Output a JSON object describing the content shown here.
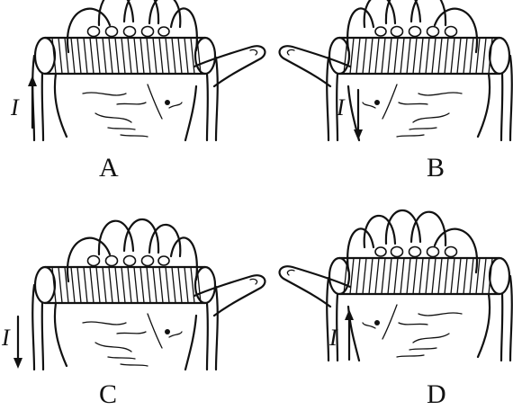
{
  "panels": [
    {
      "letter": "A",
      "current_symbol": "I",
      "current_direction": "up",
      "thumb_side": "right"
    },
    {
      "letter": "B",
      "current_symbol": "I",
      "current_direction": "down",
      "thumb_side": "left"
    },
    {
      "letter": "C",
      "current_symbol": "I",
      "current_direction": "down",
      "thumb_side": "right"
    },
    {
      "letter": "D",
      "current_symbol": "I",
      "current_direction": "up",
      "thumb_side": "left"
    }
  ]
}
